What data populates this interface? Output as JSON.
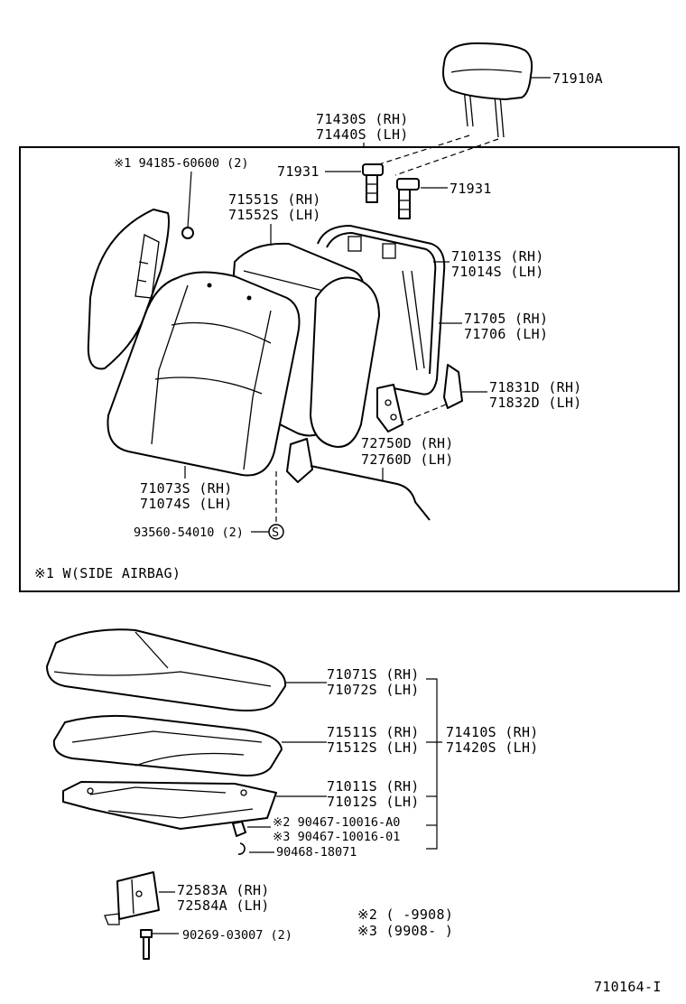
{
  "labels": {
    "headrest": "71910A",
    "back_cover_rh": "71430S (RH)",
    "back_cover_lh": "71440S (LH)",
    "support_left": "71931",
    "support_right": "71931",
    "clip_note": "※1 94185-60600 (2)",
    "back_pad_rh": "71551S (RH)",
    "back_pad_lh": "71552S (LH)",
    "back_frame_rh": "71013S (RH)",
    "back_frame_lh": "71014S (LH)",
    "spring_rh": "71705 (RH)",
    "spring_lh": "71706 (LH)",
    "bracket_rh": "71831D (RH)",
    "bracket_lh": "71832D (LH)",
    "adjuster_rh": "72750D (RH)",
    "adjuster_lh": "72760D (LH)",
    "back_assy_rh": "71073S (RH)",
    "back_assy_lh": "71074S (LH)",
    "screw": "93560-54010 (2)",
    "screw_symbol": "S",
    "box_note": "※1 W(SIDE AIRBAG)",
    "cushion_cover_rh": "71071S (RH)",
    "cushion_cover_lh": "71072S (LH)",
    "cushion_pad_rh": "71511S (RH)",
    "cushion_pad_lh": "71512S (LH)",
    "cushion_assy_rh": "71410S (RH)",
    "cushion_assy_lh": "71420S (LH)",
    "cushion_frame_rh": "71011S (RH)",
    "cushion_frame_lh": "71012S (LH)",
    "nut_2": "※2 90467-10016-A0",
    "nut_3": "※3 90467-10016-01",
    "ring": "90468-18071",
    "lock_rh": "72583A (RH)",
    "lock_lh": "72584A (LH)",
    "bolt": "90269-03007 (2)",
    "note_2": "※2 (     -9908)",
    "note_3": "※3 (9908-     )",
    "diagram_id": "710164-I"
  }
}
